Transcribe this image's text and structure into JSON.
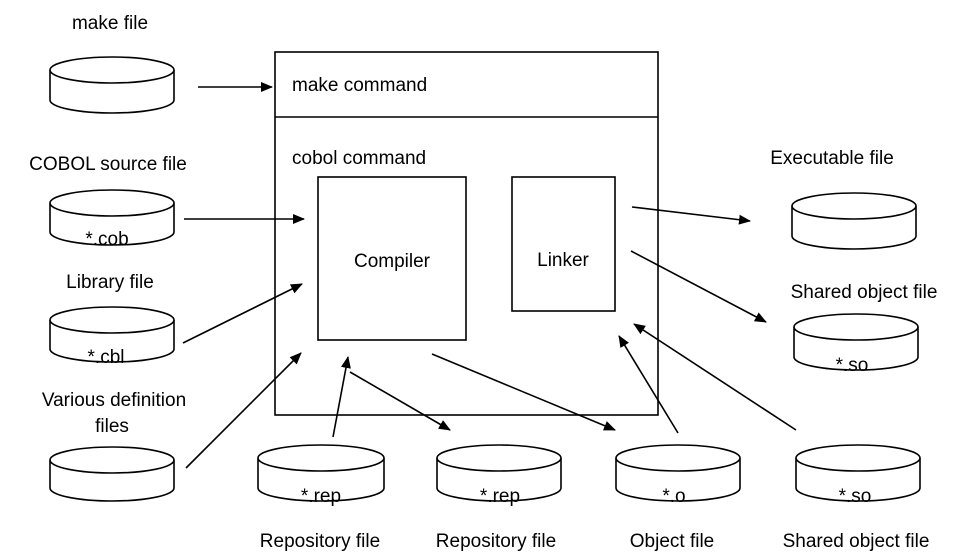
{
  "boxes": {
    "make_command": "make command",
    "cobol_command": "cobol command",
    "compiler": "Compiler",
    "linker": "Linker"
  },
  "inputs": {
    "make_file": {
      "label": "make file",
      "content": ""
    },
    "cobol_source": {
      "label": "COBOL source file",
      "content": "*.cob"
    },
    "library": {
      "label": "Library file",
      "content": "*.cbl"
    },
    "definition": {
      "label_line1": "Various definition",
      "label_line2": "files",
      "content": ""
    }
  },
  "bottom": {
    "repository_in": {
      "label": "Repository file",
      "content": "*.rep"
    },
    "repository_out": {
      "label": "Repository file",
      "content": "*.rep"
    },
    "object": {
      "label": "Object file",
      "content": "*.o"
    },
    "shared_in": {
      "label": "Shared object file",
      "content": "*.so"
    }
  },
  "outputs": {
    "executable": {
      "label": "Executable file",
      "content": ""
    },
    "shared_out": {
      "label": "Shared object file",
      "content": "*.so"
    }
  }
}
